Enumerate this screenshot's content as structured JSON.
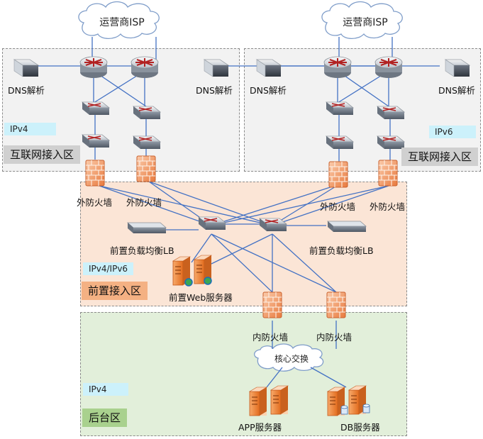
{
  "isp_left": "运营商ISP",
  "isp_right": "运营商ISP",
  "zones": {
    "internet_left": {
      "name": "互联网接入区",
      "ip": "IPv4",
      "dns_left": "DNS解析",
      "dns_right": "DNS解析"
    },
    "internet_right": {
      "name": "互联网接入区",
      "ip": "IPv6",
      "dns_left": "DNS解析",
      "dns_right": "DNS解析"
    },
    "front": {
      "name": "前置接入区",
      "ip": "IPv4/IPv6",
      "fw_1": "外防火墙",
      "fw_2": "外防火墙",
      "fw_3": "外防火墙",
      "fw_4": "外防火墙",
      "lb_left": "前置负载均衡LB",
      "lb_right": "前置负载均衡LB",
      "web": "前置Web服务器"
    },
    "back": {
      "name": "后台区",
      "ip": "IPv4",
      "inner_fw_1": "内防火墙",
      "inner_fw_2": "内防火墙",
      "core": "核心交换",
      "app": "APP服务器",
      "db": "DB服务器"
    }
  },
  "colors": {
    "internet_zone_bg": "#f2f2f2",
    "front_zone_bg": "#fbe5d6",
    "back_zone_bg": "#e2efda",
    "ip_tag": "#ccf1fb",
    "front_name_tag": "#f4b183",
    "internet_name_tag": "#d0d0d0",
    "back_name_tag": "#a9d18e",
    "link": "#4472c4"
  }
}
